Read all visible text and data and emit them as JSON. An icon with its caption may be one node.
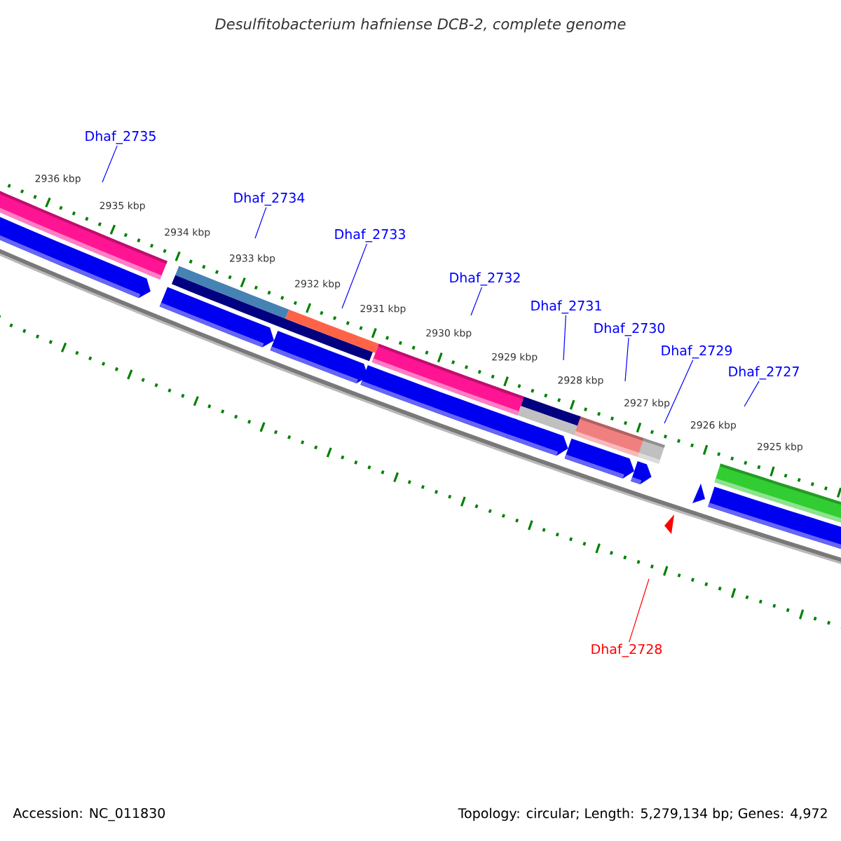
{
  "diagram": {
    "title": "Desulfitobacterium hafniense DCB-2, complete genome",
    "nodes": [
      {
        "text": [
          "Dhaf_2735"
        ]
      },
      {
        "text": [
          "Dhaf_2734"
        ]
      },
      {
        "text": [
          "Dhaf_2733"
        ]
      },
      {
        "text": [
          "Dhaf_2732"
        ]
      },
      {
        "text": [
          "Dhaf_2731"
        ]
      },
      {
        "text": [
          "Dhaf_2730"
        ]
      },
      {
        "text": [
          "Dhaf_2729"
        ]
      },
      {
        "text": [
          "Dhaf_2727"
        ]
      },
      {
        "text": [
          "Dhaf_2728"
        ]
      }
    ],
    "edges": [
      {
        "from": 0,
        "to": null,
        "arrow": "none"
      },
      {
        "from": 1,
        "to": null,
        "arrow": "none"
      },
      {
        "from": 2,
        "to": null,
        "arrow": "none"
      },
      {
        "from": 3,
        "to": null,
        "arrow": "none"
      },
      {
        "from": 4,
        "to": null,
        "arrow": "none"
      },
      {
        "from": 5,
        "to": null,
        "arrow": "none"
      },
      {
        "from": 6,
        "to": null,
        "arrow": "none"
      },
      {
        "from": 7,
        "to": null,
        "arrow": "none"
      },
      {
        "from": 8,
        "to": null,
        "arrow": "none",
        "color": "#ff0000"
      }
    ],
    "labels": [
      "2936 kbp",
      "2935 kbp",
      "2934 kbp",
      "2933 kbp",
      "2932 kbp",
      "2931 kbp",
      "2930 kbp",
      "2929 kbp",
      "2928 kbp",
      "2927 kbp",
      "2926 kbp",
      "2925 kbp",
      "Accession: NC_011830",
      "Topology: circular; Length: 5,279,134 bp; Genes: 4,972"
    ]
  }
}
